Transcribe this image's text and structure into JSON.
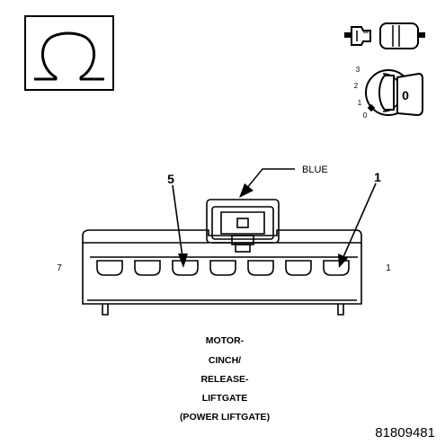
{
  "connector": {
    "color_label": "BLUE",
    "pin_label_left_callout": "5",
    "pin_label_right_callout": "1",
    "end_label_left": "7",
    "end_label_right": "1"
  },
  "caption": {
    "lines": [
      "MOTOR-",
      "CINCH/",
      "RELEASE-",
      "LIFTGATE",
      "(POWER LIFTGATE)"
    ]
  },
  "figure_number": "81809481",
  "icons": {
    "meter": "ohmmeter-omega-icon",
    "connector": "disconnected-connector-icon",
    "ignition": "ignition-key-switch-icon"
  },
  "ignition_switch": {
    "positions": [
      "3",
      "2",
      "1",
      "0"
    ],
    "key_position_label": "0"
  }
}
